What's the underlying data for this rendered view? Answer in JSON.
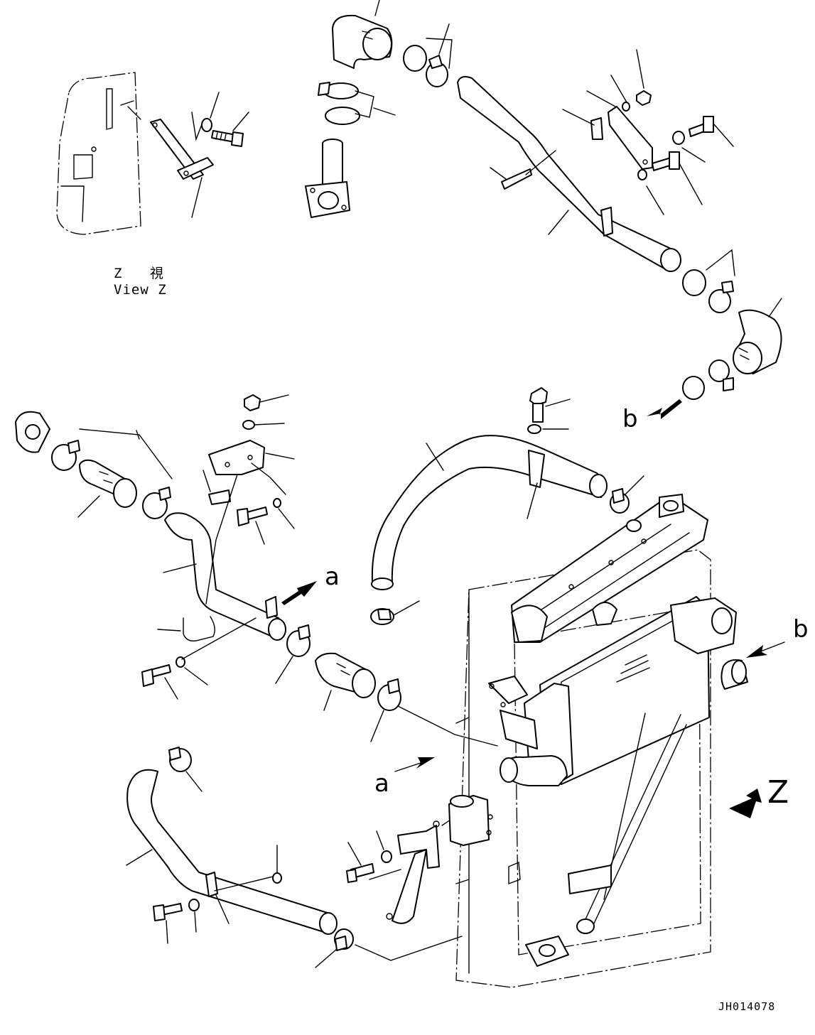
{
  "view_label": {
    "japanese": "Z 視",
    "english": "View Z"
  },
  "callouts": {
    "b_top": "b",
    "a_middle": "a",
    "b_right": "b",
    "a_lower": "a",
    "z_arrow": "Z"
  },
  "drawing_number": "JH014078"
}
